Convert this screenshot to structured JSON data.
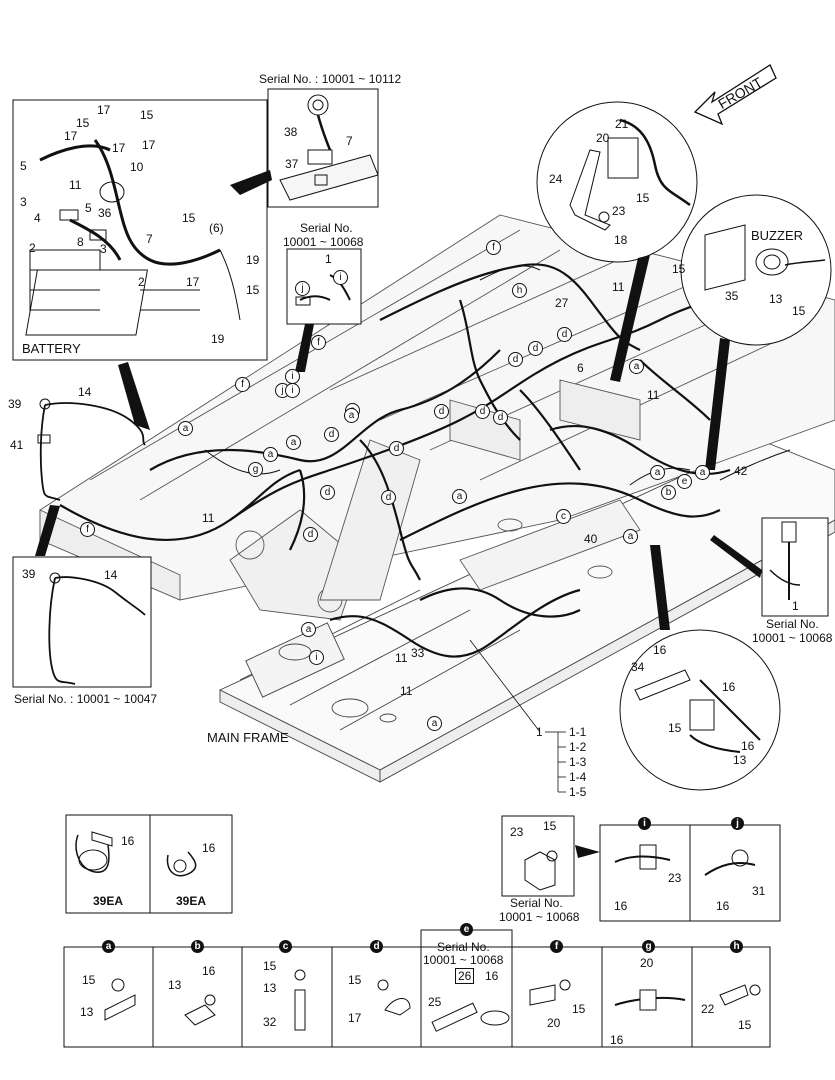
{
  "front_label": "FRONT",
  "battery": {
    "title": "BATTERY",
    "parts": [
      "17",
      "15",
      "17",
      "15",
      "17",
      "5",
      "10",
      "11",
      "3",
      "4",
      "8",
      "5",
      "36",
      "7",
      "15",
      "17",
      "(6)",
      "19",
      "15",
      "19",
      "2",
      "3",
      "2",
      "17"
    ]
  },
  "serial_top": {
    "caption": "Serial No. : 10001 ~ 10112",
    "parts": [
      "38",
      "7",
      "37"
    ]
  },
  "serial_mid": {
    "caption_line1": "Serial No.",
    "caption_line2": "10001 ~ 10068",
    "parts": [
      "1",
      "j",
      "i"
    ]
  },
  "bracket_detail": {
    "parts": [
      "21",
      "20",
      "24",
      "15",
      "23",
      "18"
    ]
  },
  "buzzer": {
    "title": "BUZZER",
    "parts": [
      "15",
      "35",
      "13",
      "15"
    ]
  },
  "left_detail": {
    "parts": [
      "39",
      "14",
      "41"
    ]
  },
  "serial_left": {
    "caption": "Serial No. : 10001 ~ 10047",
    "parts": [
      "39",
      "14"
    ]
  },
  "serial_right": {
    "caption_line1": "Serial No.",
    "caption_line2": "10001 ~ 10068",
    "parts": [
      "1"
    ]
  },
  "lower_right_detail": {
    "parts": [
      "16",
      "34",
      "16",
      "15",
      "16",
      "13"
    ]
  },
  "main_frame": {
    "title": "MAIN FRAME",
    "parts": [
      "27",
      "11",
      "6",
      "11",
      "42",
      "40",
      "11",
      "33",
      "11",
      "1",
      "1-1",
      "1-2",
      "1-3",
      "1-4",
      "1-5",
      "11"
    ]
  },
  "callouts": [
    "f",
    "h",
    "d",
    "d",
    "d",
    "c",
    "a",
    "a",
    "a",
    "e",
    "b",
    "a",
    "f",
    "i",
    "f",
    "a",
    "a",
    "a",
    "d",
    "d",
    "a",
    "g",
    "d",
    "d",
    "d",
    "a",
    "d",
    "d",
    "d",
    "f",
    "a",
    "a",
    "i",
    "a",
    "j",
    "i"
  ],
  "clamp_boxes": [
    {
      "parts": [
        "16"
      ],
      "qty": "39EA"
    },
    {
      "parts": [
        "16"
      ],
      "qty": "39EA"
    }
  ],
  "serial_bottom": {
    "caption_line1": "Serial No.",
    "caption_line2": "10001 ~ 10068",
    "parts": [
      "23",
      "15"
    ]
  },
  "detail_i": {
    "letter": "i",
    "parts": [
      "23",
      "16"
    ]
  },
  "detail_j": {
    "letter": "j",
    "parts": [
      "31",
      "16"
    ]
  },
  "bottom_details": [
    {
      "letter": "a",
      "parts": [
        "15",
        "13"
      ]
    },
    {
      "letter": "b",
      "parts": [
        "16",
        "13"
      ]
    },
    {
      "letter": "c",
      "parts": [
        "15",
        "13",
        "32"
      ]
    },
    {
      "letter": "d",
      "parts": [
        "15",
        "17"
      ]
    },
    {
      "letter": "e",
      "caption_line1": "Serial No.",
      "caption_line2": "10001 ~ 10068",
      "parts": [
        "26",
        "16",
        "25"
      ]
    },
    {
      "letter": "f",
      "parts": [
        "15",
        "20"
      ]
    },
    {
      "letter": "g",
      "parts": [
        "20",
        "16"
      ]
    },
    {
      "letter": "h",
      "parts": [
        "22",
        "15"
      ]
    }
  ]
}
